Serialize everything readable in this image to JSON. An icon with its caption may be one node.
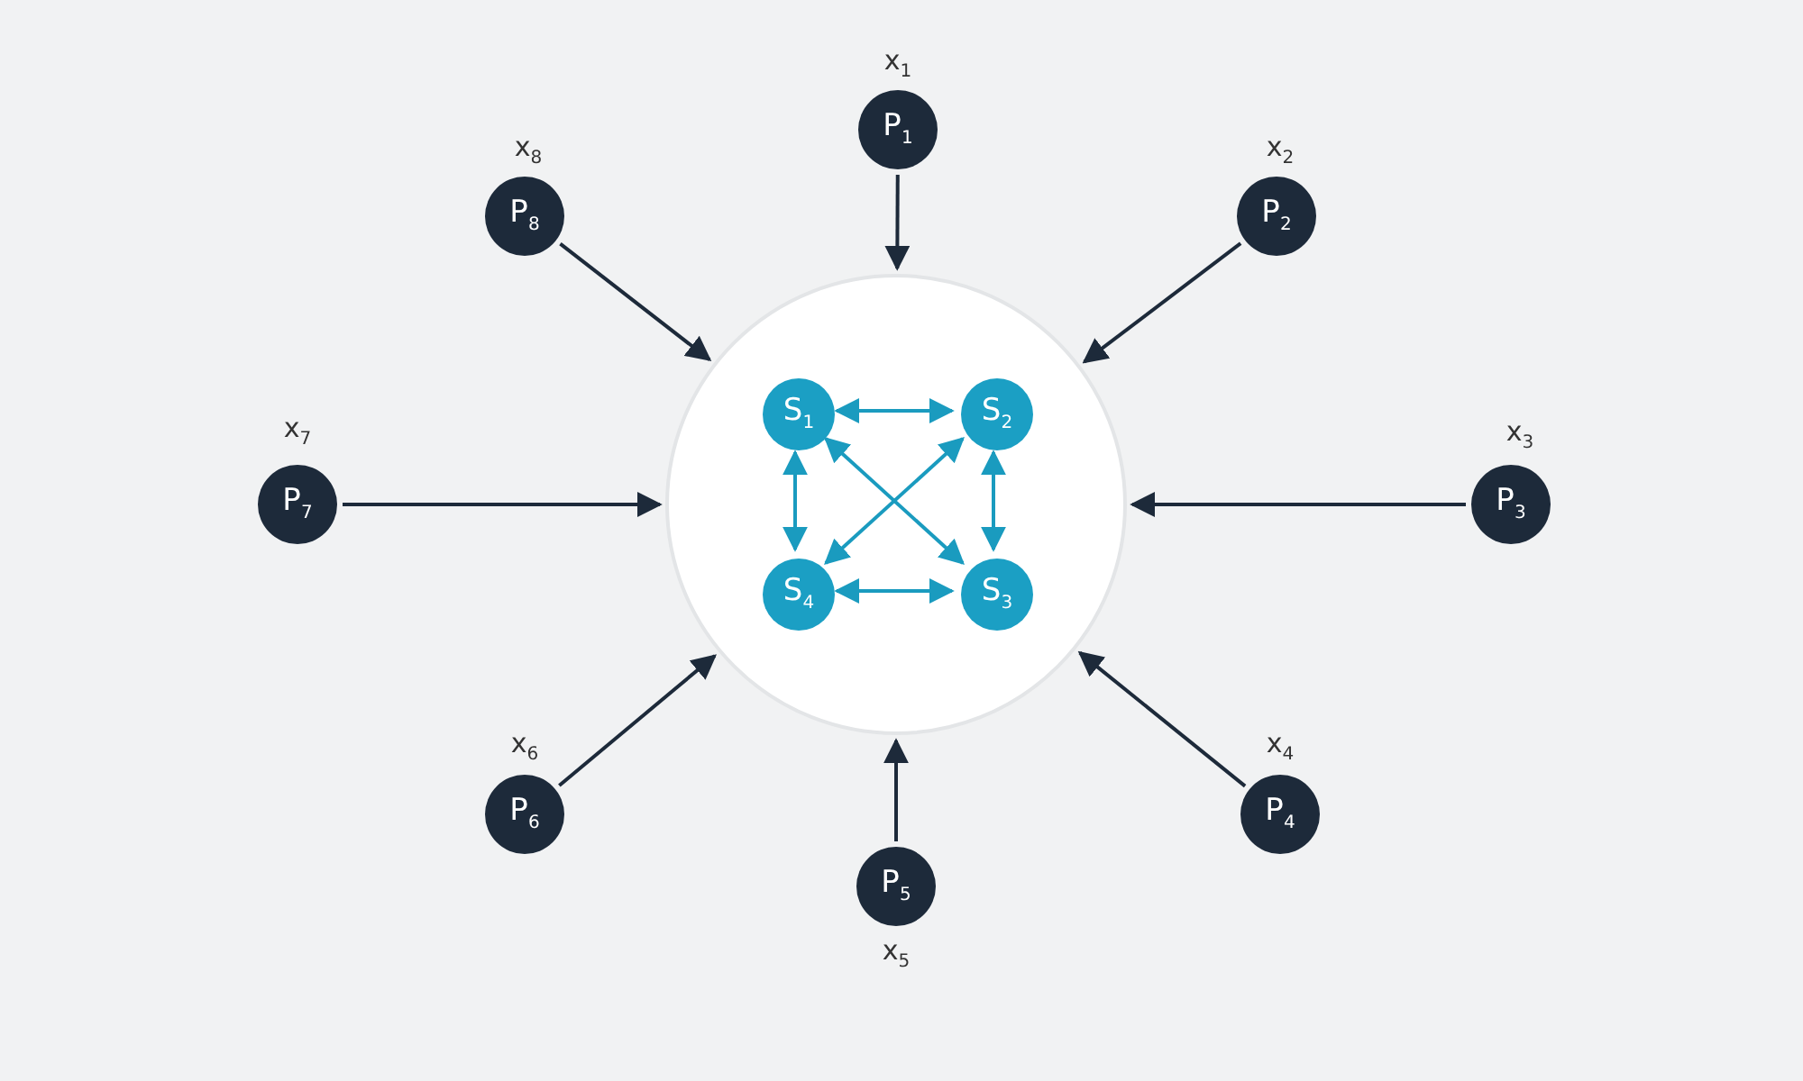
{
  "diagram": {
    "nodes": [
      {
        "text": [],
        "shape": "circle"
      },
      {
        "text": [
          "S$_{1}$"
        ],
        "in": 0
      },
      {
        "text": [
          "S$_{2}$"
        ],
        "in": 0
      },
      {
        "text": [
          "S$_{4}$"
        ],
        "in": 0
      },
      {
        "text": [
          "S$_{3}$"
        ],
        "in": 0
      },
      {
        "text": [
          "P$_{1}$"
        ],
        "beside": [
          "x$_{1}$"
        ]
      },
      {
        "text": [
          "P$_{8}$"
        ],
        "beside": [
          "x$_{8}$"
        ]
      },
      {
        "text": [
          "P$_{2}$"
        ],
        "beside": [
          "x$_{2}$"
        ]
      },
      {
        "text": [
          "P$_{7}$"
        ],
        "beside": [
          "x$_{7}$"
        ]
      },
      {
        "text": [
          "P$_{3}$"
        ],
        "beside": [
          "x$_{3}$"
        ]
      },
      {
        "text": [
          "P$_{6}$"
        ],
        "beside": [
          "x$_{6}$"
        ]
      },
      {
        "text": [
          "P$_{4}$"
        ],
        "beside": [
          "x$_{4}$"
        ]
      },
      {
        "text": [
          "P$_{5}$"
        ],
        "beside": [
          "x$_{5}$"
        ]
      }
    ],
    "edges": [
      {
        "from": 1,
        "to": 2,
        "arrow": "both",
        "color": "#1a9bbf"
      },
      {
        "from": 1,
        "to": 3,
        "arrow": "both",
        "color": "#1a9bbf"
      },
      {
        "from": 2,
        "to": 4,
        "arrow": "both",
        "color": "#1a9bbf"
      },
      {
        "from": 3,
        "to": 4,
        "arrow": "both",
        "color": "#1a9bbf"
      },
      {
        "from": 1,
        "to": 4,
        "arrow": "both",
        "color": "#1a9bbf"
      },
      {
        "from": 2,
        "to": 3,
        "arrow": "both",
        "color": "#1a9bbf"
      },
      {
        "from": 5,
        "to": 0,
        "arrow": "to"
      },
      {
        "from": 6,
        "to": 0,
        "arrow": "to"
      },
      {
        "from": 7,
        "to": 0,
        "arrow": "to"
      },
      {
        "from": 8,
        "to": 0,
        "arrow": "to"
      },
      {
        "from": 9,
        "to": 0,
        "arrow": "to"
      },
      {
        "from": 10,
        "to": 0,
        "arrow": "to"
      },
      {
        "from": 11,
        "to": 0,
        "arrow": "to"
      },
      {
        "from": 12,
        "to": 0,
        "arrow": "to"
      }
    ]
  }
}
